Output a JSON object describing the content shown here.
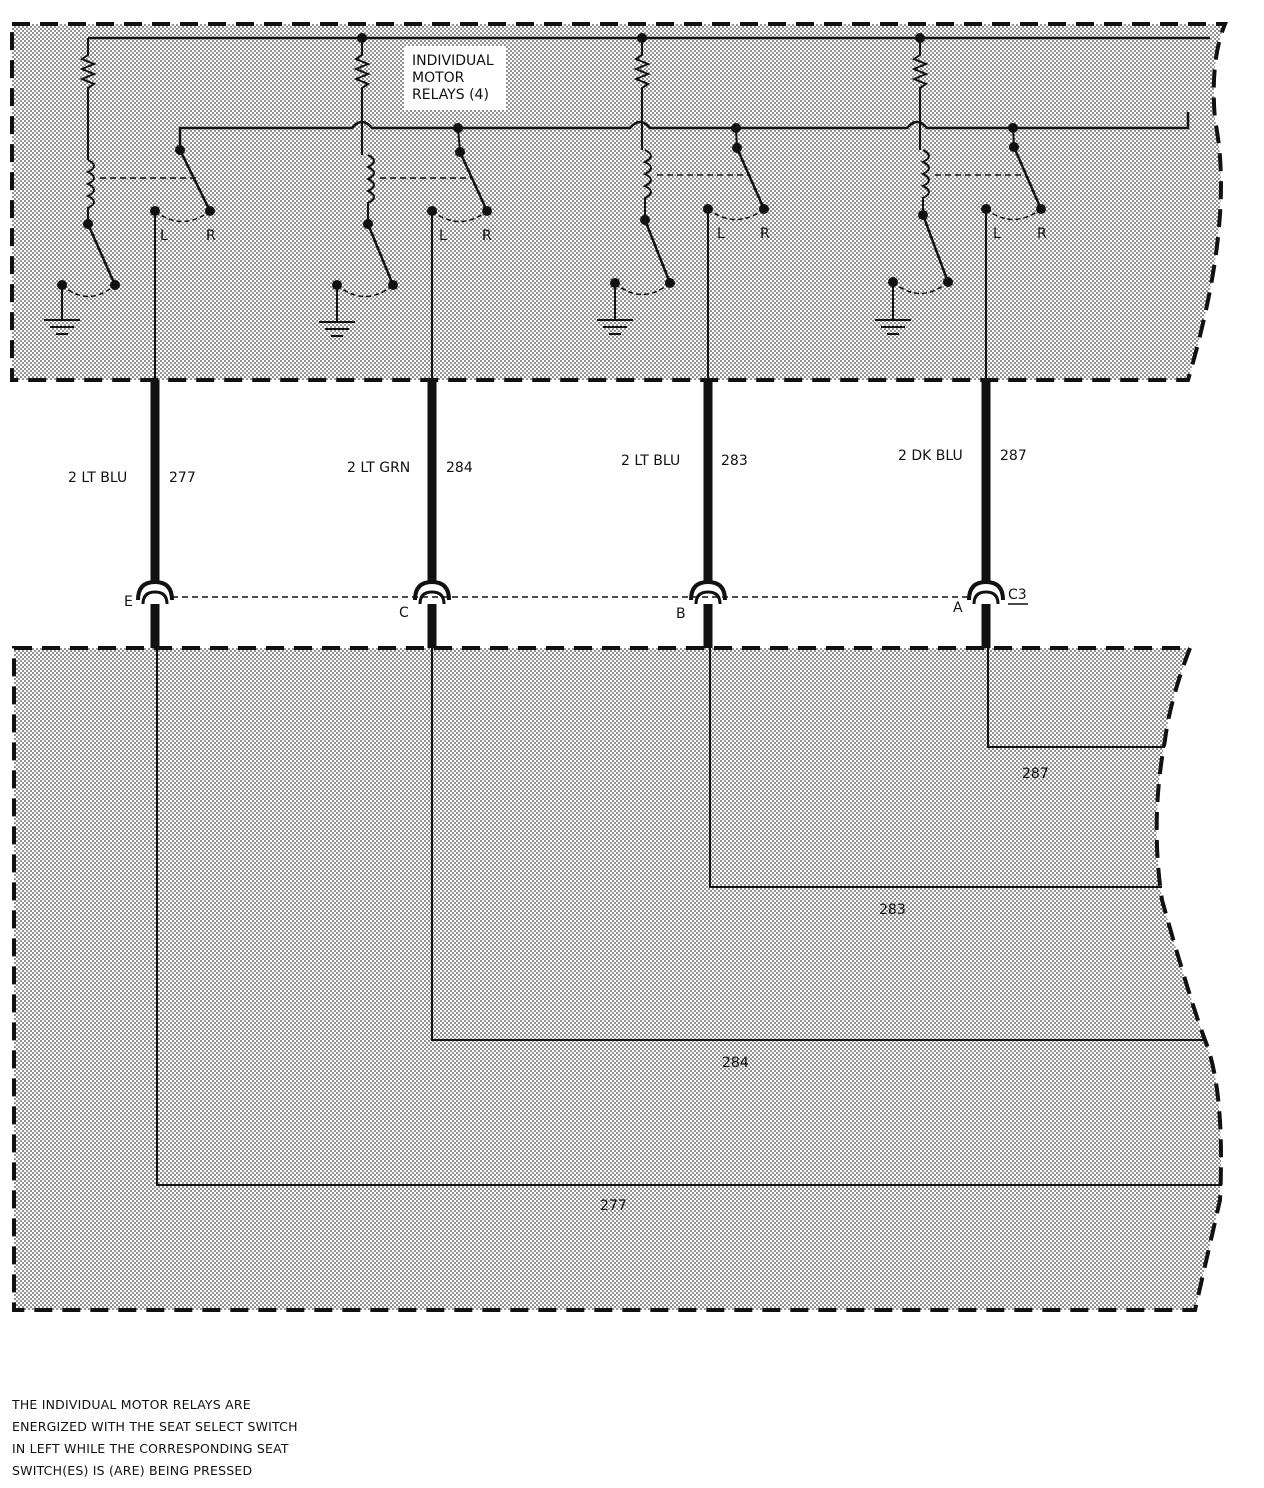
{
  "relay_label": [
    "INDIVIDUAL",
    "MOTOR",
    "RELAYS (4)"
  ],
  "relays": [
    {
      "left": "L",
      "right": "R"
    },
    {
      "left": "L",
      "right": "R"
    },
    {
      "left": "L",
      "right": "R"
    },
    {
      "left": "L",
      "right": "R"
    }
  ],
  "wires": [
    {
      "gauge_color": "2 LT BLU",
      "circuit": "277",
      "terminal": "E",
      "bottom_label": "277"
    },
    {
      "gauge_color": "2 LT GRN",
      "circuit": "284",
      "terminal": "C",
      "bottom_label": "284"
    },
    {
      "gauge_color": "2 LT BLU",
      "circuit": "283",
      "terminal": "B",
      "bottom_label": "283"
    },
    {
      "gauge_color": "2 DK BLU",
      "circuit": "287",
      "terminal": "A",
      "bottom_label": "287"
    }
  ],
  "connector": "C3",
  "note": [
    "THE INDIVIDUAL MOTOR RELAYS ARE",
    "ENERGIZED WITH THE SEAT SELECT SWITCH",
    "IN LEFT WHILE THE CORRESPONDING SEAT",
    "SWITCH(ES) IS (ARE) BEING PRESSED"
  ]
}
